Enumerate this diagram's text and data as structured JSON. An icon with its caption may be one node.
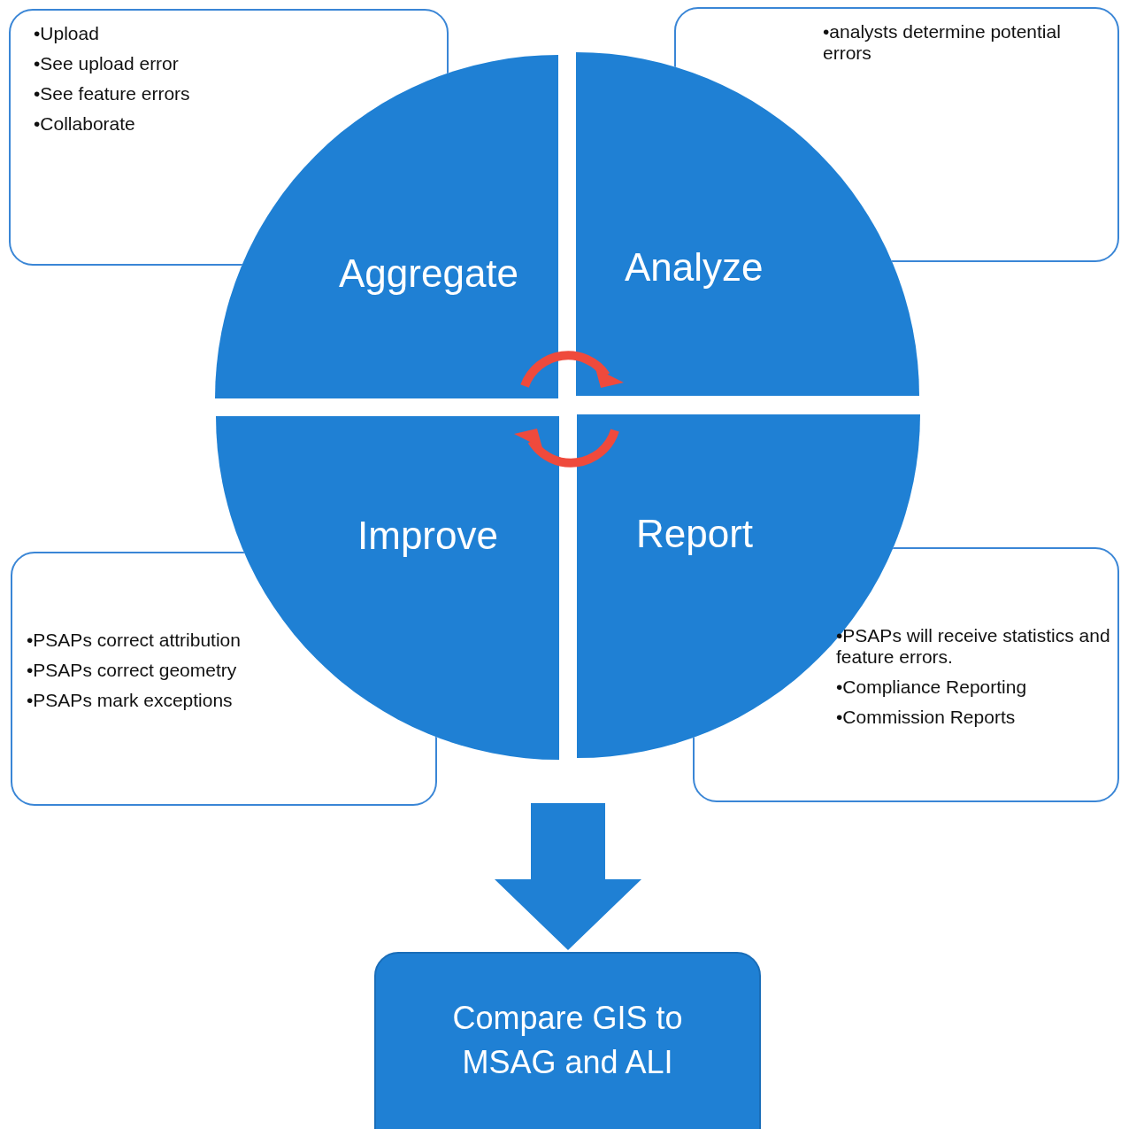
{
  "diagram": {
    "nodes": [
      {
        "text": [
          "•Upload",
          "•See upload error",
          "•See feature errors",
          "•Collaborate"
        ]
      },
      {
        "text": [
          "•analysts determine potential errors"
        ]
      },
      {
        "text": [
          "•PSAPs correct attribution",
          "•PSAPs correct geometry",
          "•PSAPs mark exceptions"
        ]
      },
      {
        "text": [
          "•PSAPs will receive statistics and feature errors.",
          "•Compliance Reporting",
          "•Commission Reports"
        ]
      },
      {
        "text": [
          "Aggregate"
        ]
      },
      {
        "text": [
          "Analyze"
        ]
      },
      {
        "text": [
          "Improve"
        ]
      },
      {
        "text": [
          "Report"
        ]
      },
      {
        "text": [
          "Compare GIS to MSAG and ALI"
        ]
      }
    ],
    "edges": [
      {
        "from": null,
        "to": 8,
        "arrow": "to"
      }
    ]
  }
}
